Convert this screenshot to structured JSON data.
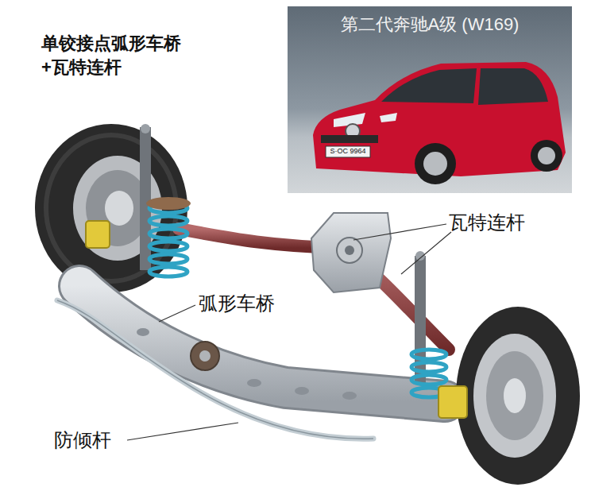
{
  "diagram": {
    "title": "单铰接点弧形车桥 +瓦特连杆",
    "labels": [
      "第二代奔驰A级 (W169)",
      "S·OC 9964",
      "瓦特连杆",
      "弧形车桥",
      "防倾杆"
    ]
  }
}
